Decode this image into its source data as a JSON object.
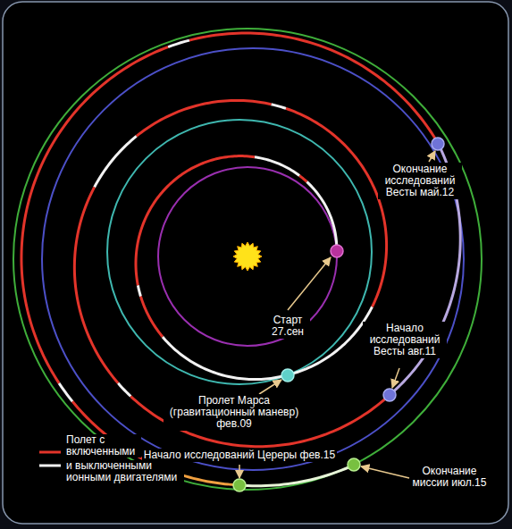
{
  "diagram": {
    "labels": [
      "Старт 27.сен",
      "Окончание исследований Весты май.12",
      "Начало исследований Весты авг.11",
      "Пролет Марса (гравитационный маневр) фев.09",
      "Начало исследований Цереры фев.15",
      "Окончание миссии июл.15"
    ],
    "legend": [
      {
        "text": "Полет с включенными"
      },
      {
        "text": "и выключенными ионными двигателями"
      }
    ]
  }
}
